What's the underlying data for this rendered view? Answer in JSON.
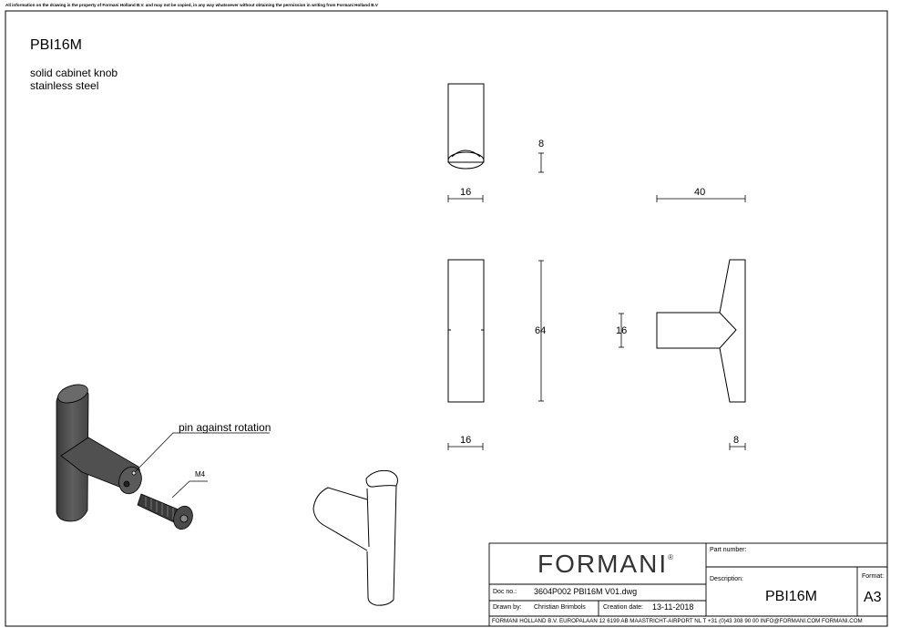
{
  "notice": "All information on the drawing is the property of Formani Holland B.V. and may not be copied, in any way whatsoever without obtaining the permission in writing from Formani Holland B.V",
  "product": {
    "code": "PBI16M",
    "description_line1": "solid cabinet knob",
    "description_line2": "stainless steel"
  },
  "dimensions": {
    "top_height": "8",
    "top_width": "16",
    "side_span": "40",
    "front_height": "64",
    "stem_diameter": "16",
    "front_width": "16",
    "side_base": "8"
  },
  "callouts": {
    "pin": "pin against rotation",
    "screw": "M4"
  },
  "title_block": {
    "brand": "FORMANI",
    "registered_mark": "®",
    "part_number_label": "Part number:",
    "description_label": "Description:",
    "description_value": "PBI16M",
    "format_label": "Format:",
    "format_value": "A3",
    "doc_no_label": "Doc no.:",
    "doc_no_value": "3604P002 PBI16M V01.dwg",
    "drawn_by_label": "Drawn by:",
    "drawn_by_value": "Christian Brimbols",
    "creation_date_label": "Creation date:",
    "creation_date_value": "13-11-2018",
    "footer": "FORMANI HOLLAND B.V.  EUROPALAAN 12  6199 AB MAASTRICHT-AIRPORT NL  T +31 (0)43 308 90 00 INFO@FORMANI.COM FORMANI.COM"
  }
}
